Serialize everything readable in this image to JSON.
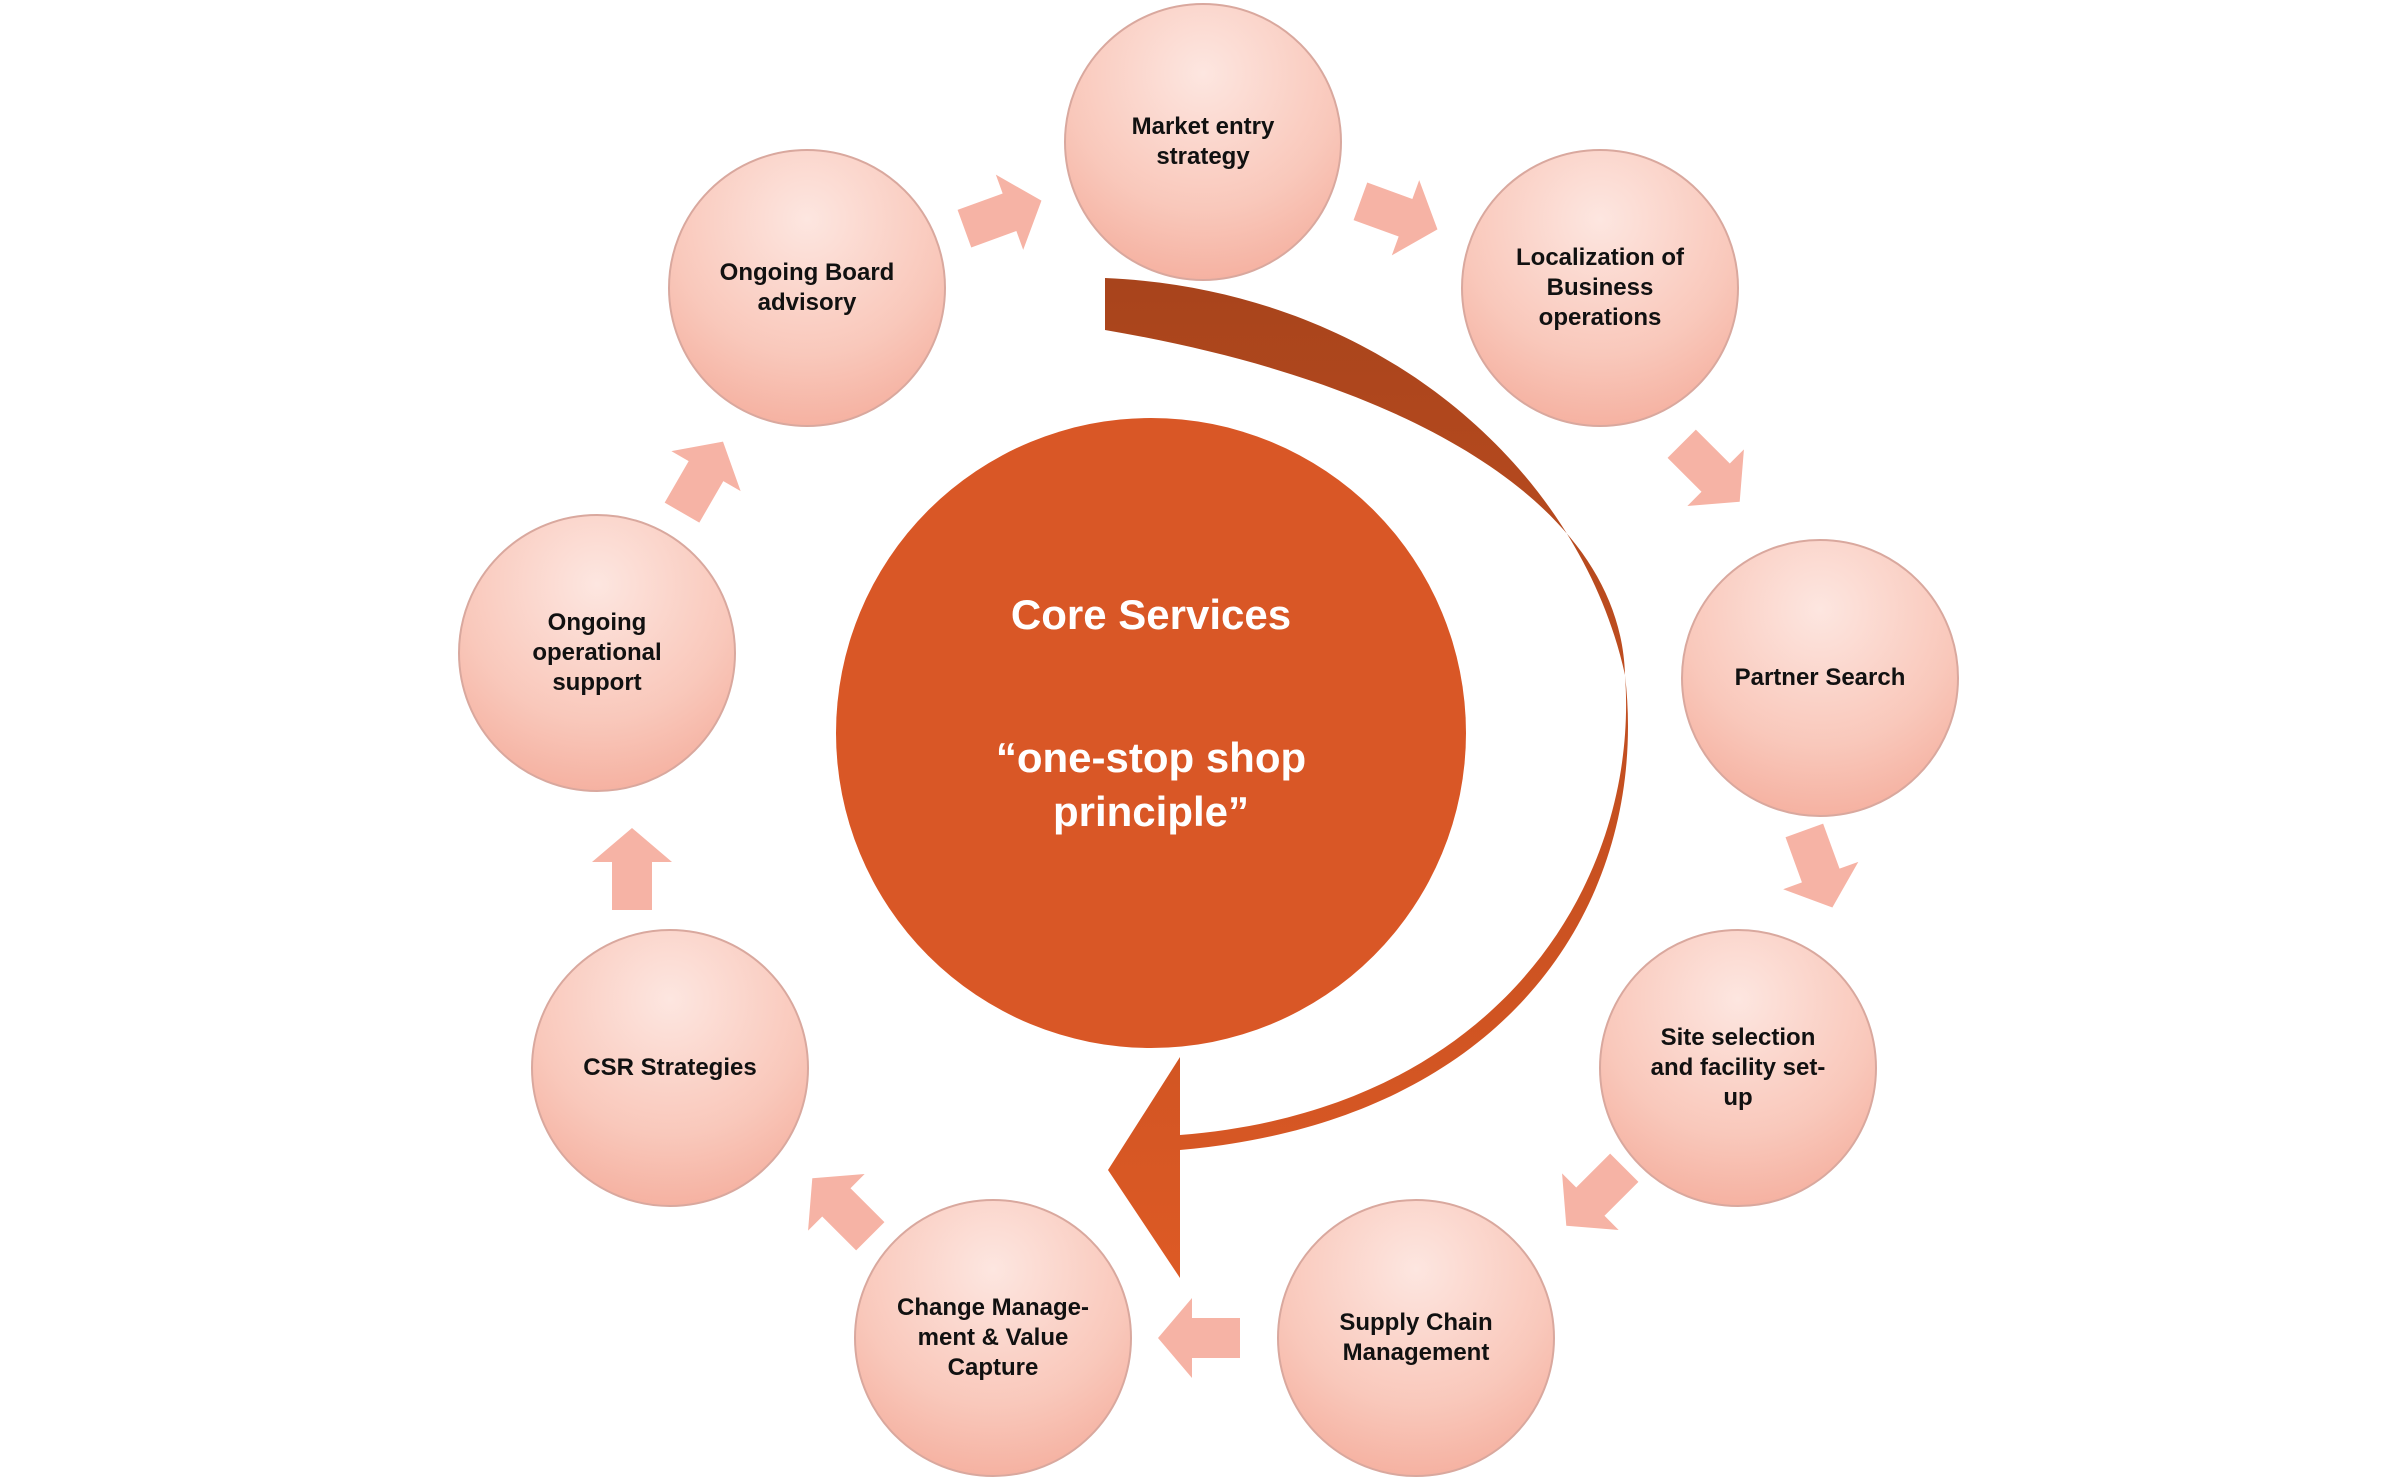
{
  "center": {
    "title": "Core Services",
    "subtitle": "“one-stop shop\nprinciple”"
  },
  "nodes": [
    {
      "label": "Market entry\nstrategy"
    },
    {
      "label": "Localization of\nBusiness\noperations"
    },
    {
      "label": "Partner Search"
    },
    {
      "label": "Site selection\nand facility set-\nup"
    },
    {
      "label": "Supply Chain\nManagement"
    },
    {
      "label": "Change Manage-\nment & Value\nCapture"
    },
    {
      "label": "CSR Strategies"
    },
    {
      "label": "Ongoing\noperational\nsupport"
    },
    {
      "label": "Ongoing Board\nadvisory"
    }
  ],
  "colors": {
    "center_fill": "#d95726",
    "swoosh_dark": "#b04a1e",
    "swoosh_light": "#dd5a25",
    "node_fill_light": "#fde6e0",
    "node_fill_dark": "#f3a593",
    "node_border": "#d9a89e",
    "connector_arrow": "#f6b3a5",
    "node_text": "#111111",
    "center_text": "#ffffff"
  },
  "icons": {
    "connector": "chevron-arrow-icon",
    "swoosh": "curved-arrow-icon"
  }
}
